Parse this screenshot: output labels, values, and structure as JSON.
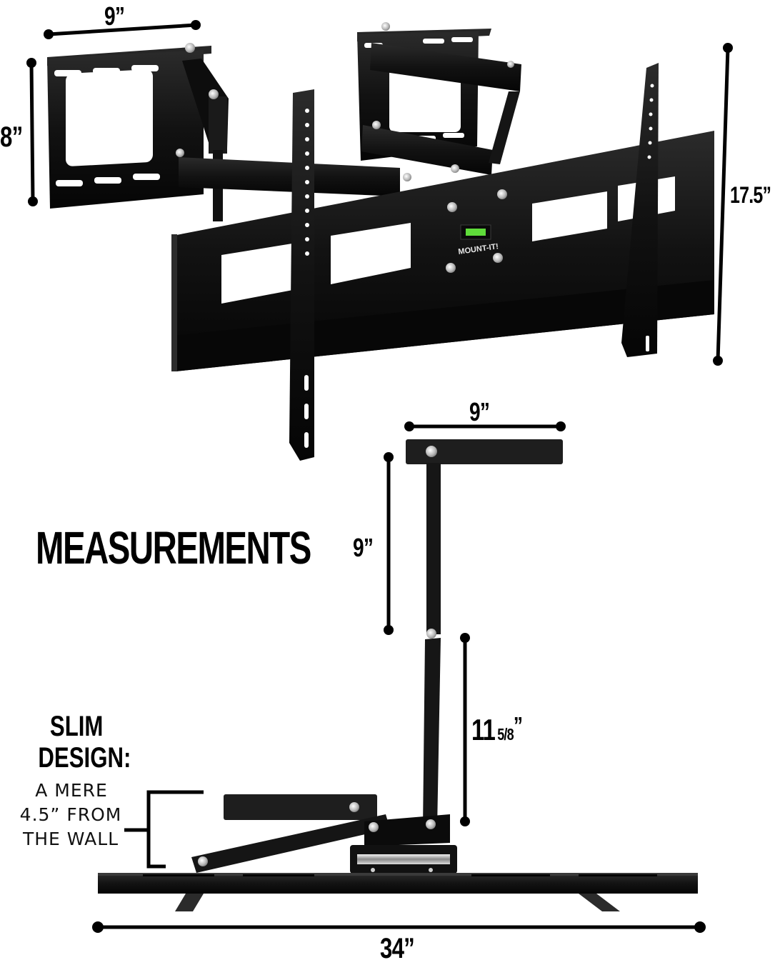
{
  "heading": "MEASUREMENTS",
  "brand_logo": "MOUNT-IT!",
  "colors": {
    "metal": "#151515",
    "metal_edge": "#2a2a2a",
    "bolt": "#c9c9c9",
    "bubble_level": "#5fdc3a",
    "dimension_line": "#000000",
    "background": "#ffffff"
  },
  "top_view": {
    "vesa_plate_width": "9”",
    "vesa_plate_height": "8”",
    "overall_height": "17.5”"
  },
  "side_view": {
    "tv_plate_width": "9”",
    "arm_segment_1": "9”",
    "arm_segment_2_whole": "11",
    "arm_segment_2_fraction": "5/8",
    "arm_segment_2_unit": "”",
    "base_width": "34”"
  },
  "slim_callout": {
    "title_line1": "SLIM",
    "title_line2": "DESIGN:",
    "body_line1": "A MERE",
    "body_line2": "4.5” FROM",
    "body_line3": "THE WALL"
  }
}
